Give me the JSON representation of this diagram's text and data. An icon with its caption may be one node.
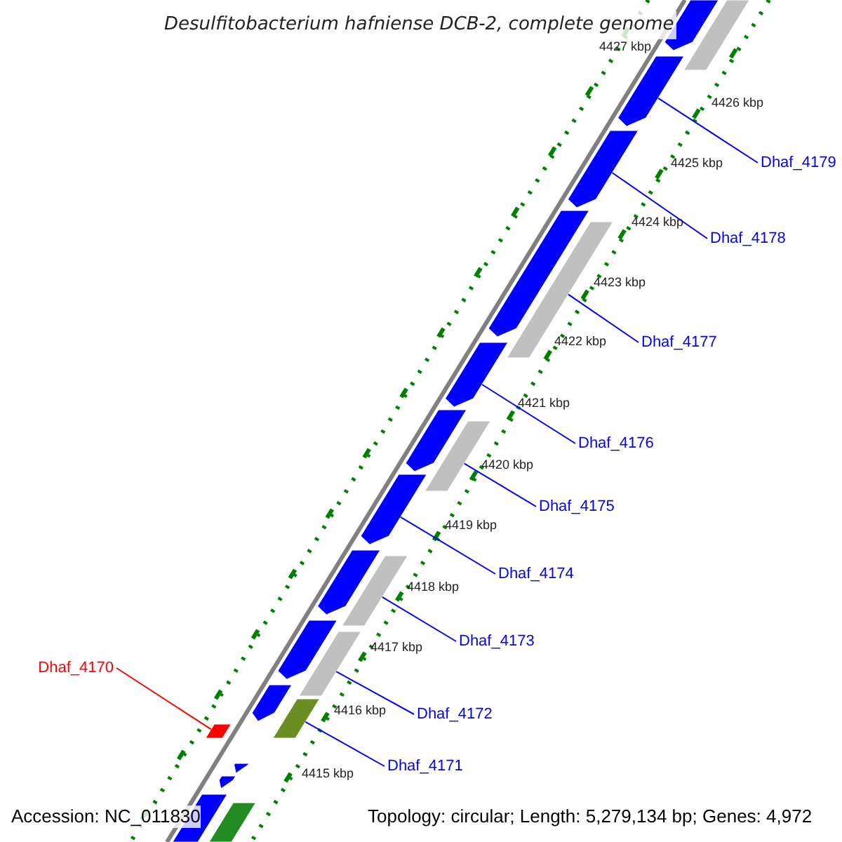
{
  "diagram": {
    "title": "Desulfitobacterium hafniense DCB-2, complete genome",
    "nodes": [
      {
        "text": [
          "Dhaf_4179"
        ]
      },
      {
        "text": [
          "Dhaf_4178"
        ]
      },
      {
        "text": [
          "Dhaf_4177"
        ]
      },
      {
        "text": [
          "Dhaf_4176"
        ]
      },
      {
        "text": [
          "Dhaf_4175"
        ]
      },
      {
        "text": [
          "Dhaf_4174"
        ]
      },
      {
        "text": [
          "Dhaf_4173"
        ]
      },
      {
        "text": [
          "Dhaf_4172"
        ]
      },
      {
        "text": [
          "Dhaf_4171"
        ]
      },
      {
        "text": [
          "Dhaf_4170"
        ]
      },
      {
        "text": [],
        "shape": "arrow"
      },
      {
        "text": [],
        "shape": "arrow"
      },
      {
        "text": [],
        "shape": "arrow"
      },
      {
        "text": [],
        "shape": "arrow"
      },
      {
        "text": [],
        "shape": "arrow"
      },
      {
        "text": [],
        "shape": "arrow"
      },
      {
        "text": [],
        "shape": "arrow"
      },
      {
        "text": [],
        "shape": "arrow"
      },
      {
        "text": [],
        "shape": "arrow"
      },
      {
        "text": [],
        "shape": "arrow"
      },
      {
        "text": [],
        "shape": "arrow"
      },
      {
        "text": [],
        "shape": "box"
      },
      {
        "text": [],
        "shape": "arrow"
      },
      {
        "text": [],
        "shape": "box"
      },
      {
        "text": [],
        "shape": "box"
      }
    ],
    "edges": [
      {
        "from": 0,
        "to": 10,
        "arrow": "none"
      },
      {
        "from": 1,
        "to": 11,
        "arrow": "none"
      },
      {
        "from": 2,
        "to": 12,
        "arrow": "none"
      },
      {
        "from": 3,
        "to": 13,
        "arrow": "none"
      },
      {
        "from": 4,
        "to": 14,
        "arrow": "none"
      },
      {
        "from": 5,
        "to": 15,
        "arrow": "none"
      },
      {
        "from": 6,
        "to": 16,
        "arrow": "none"
      },
      {
        "from": 7,
        "to": 17,
        "arrow": "none"
      },
      {
        "from": 8,
        "to": 18,
        "arrow": "none"
      },
      {
        "from": 9,
        "to": 19,
        "arrow": "none",
        "color": "#ff0000"
      }
    ],
    "labels": [
      "4427 kbp",
      "4426 kbp",
      "4425 kbp",
      "4424 kbp",
      "4423 kbp",
      "4422 kbp",
      "4421 kbp",
      "4420 kbp",
      "4419 kbp",
      "4418 kbp",
      "4417 kbp",
      "4416 kbp",
      "4415 kbp",
      "Accession: NC_011830",
      "Topology: circular; Length: 5,279,134 bp; Genes: 4,972"
    ]
  }
}
